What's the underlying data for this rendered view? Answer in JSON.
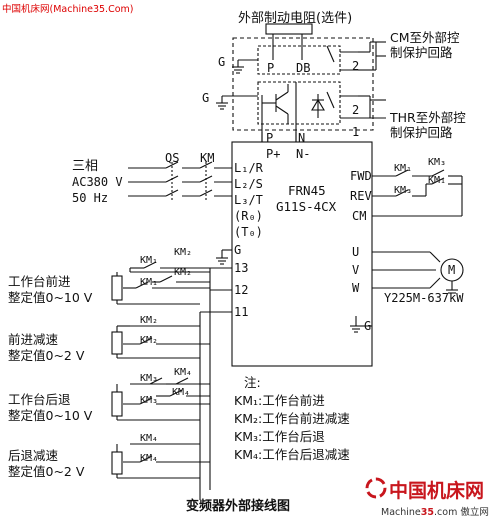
{
  "source_caption": "中国机床网(Machine35.Com)",
  "resistor_box_title": "外部制动电阻(选件)",
  "thermal_note": "CM至外部控\n制保护回路",
  "thr_note": "THR至外部控\n制保护回路",
  "ground": "G",
  "terminals": {
    "p": "P",
    "db": "DB",
    "n1": "1",
    "n2": "2",
    "p_plus": "P+",
    "n_minus": "N-",
    "n": "N",
    "l1": "L₁/R",
    "l2": "L₂/S",
    "l3": "L₃/T",
    "r0": "(R₀)",
    "t0": "(T₀)",
    "g": "G",
    "t13": "13",
    "t12": "12",
    "t11": "11",
    "fwd": "FWD",
    "rev": "REV",
    "cm": "CM",
    "u": "U",
    "v": "V",
    "w": "W"
  },
  "supply": {
    "line1": "三相",
    "line2": "AC380 V",
    "line3": "50 Hz",
    "qs": "QS",
    "km": "KM"
  },
  "inverter": {
    "model1": "FRN45",
    "model2": "G11S-4CX"
  },
  "motor": {
    "symbol": "M",
    "model": "Y225M-637kW"
  },
  "contacts": {
    "km1": "KM₁",
    "km2": "KM₂",
    "km3": "KM₃",
    "km4": "KM₄"
  },
  "pot_labels": [
    "工作台前进\n整定值0~10 V",
    "前进减速\n整定值0~2 V",
    "工作台后退\n整定值0~10 V",
    "后退减速\n整定值0~2 V"
  ],
  "legend": {
    "heading": "注:",
    "items": [
      "KM₁:工作台前进",
      "KM₂:工作台前进减速",
      "KM₃:工作台后退",
      "KM₄:工作台后退减速"
    ]
  },
  "caption": "变频器外部接线图",
  "brand": {
    "name": "中国机床网",
    "url_prefix": "Machine",
    "url_num": "35",
    "url_suffix": ".com 傲立网"
  },
  "colors": {
    "ink": "#111111",
    "accent": "#c8161d"
  }
}
